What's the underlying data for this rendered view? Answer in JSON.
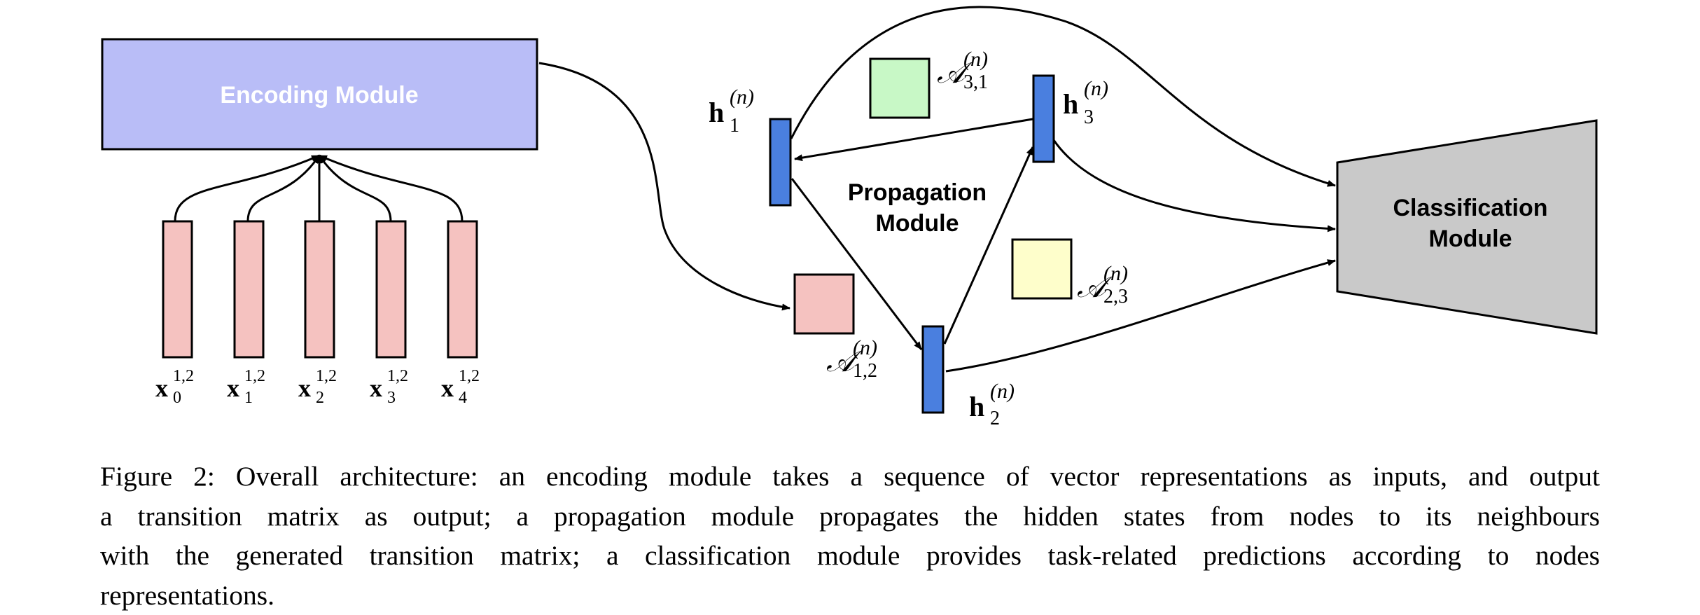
{
  "modules": {
    "encoding": {
      "label": "Encoding Module",
      "fill": "#b9bdf7",
      "text_color": "#ffffff"
    },
    "propagation": {
      "label_line1": "Propagation",
      "label_line2": "Module"
    },
    "classification": {
      "label_line1": "Classification",
      "label_line2": "Module",
      "fill": "#c9c9c9"
    }
  },
  "inputs": [
    {
      "base": "x",
      "sub": "0",
      "sup": "1,2"
    },
    {
      "base": "x",
      "sub": "1",
      "sup": "1,2"
    },
    {
      "base": "x",
      "sub": "2",
      "sup": "1,2"
    },
    {
      "base": "x",
      "sub": "3",
      "sup": "1,2"
    },
    {
      "base": "x",
      "sub": "4",
      "sup": "1,2"
    }
  ],
  "hidden_states": [
    {
      "base": "h",
      "sub": "1",
      "sup": "(n)"
    },
    {
      "base": "h",
      "sub": "2",
      "sup": "(n)"
    },
    {
      "base": "h",
      "sub": "3",
      "sup": "(n)"
    }
  ],
  "transitions": [
    {
      "base": "𝒜",
      "sub": "1,2",
      "sup": "(n)",
      "fill": "#f5c2c0"
    },
    {
      "base": "𝒜",
      "sub": "2,3",
      "sup": "(n)",
      "fill": "#fefecb"
    },
    {
      "base": "𝒜",
      "sub": "3,1",
      "sup": "(n)",
      "fill": "#c8f8c6"
    }
  ],
  "colors": {
    "input_fill": "#f5c2c0",
    "hidden_fill": "#4a7fdf"
  },
  "caption": {
    "line1": "Figure 2: Overall architecture: an encoding module takes a sequence of vector representations as inputs, and output",
    "line2": "a transition matrix as output; a propagation module propagates the hidden states from nodes to its neighbours",
    "line3": "with the generated transition matrix; a classification module provides task-related predictions according to nodes",
    "line4": "representations."
  }
}
